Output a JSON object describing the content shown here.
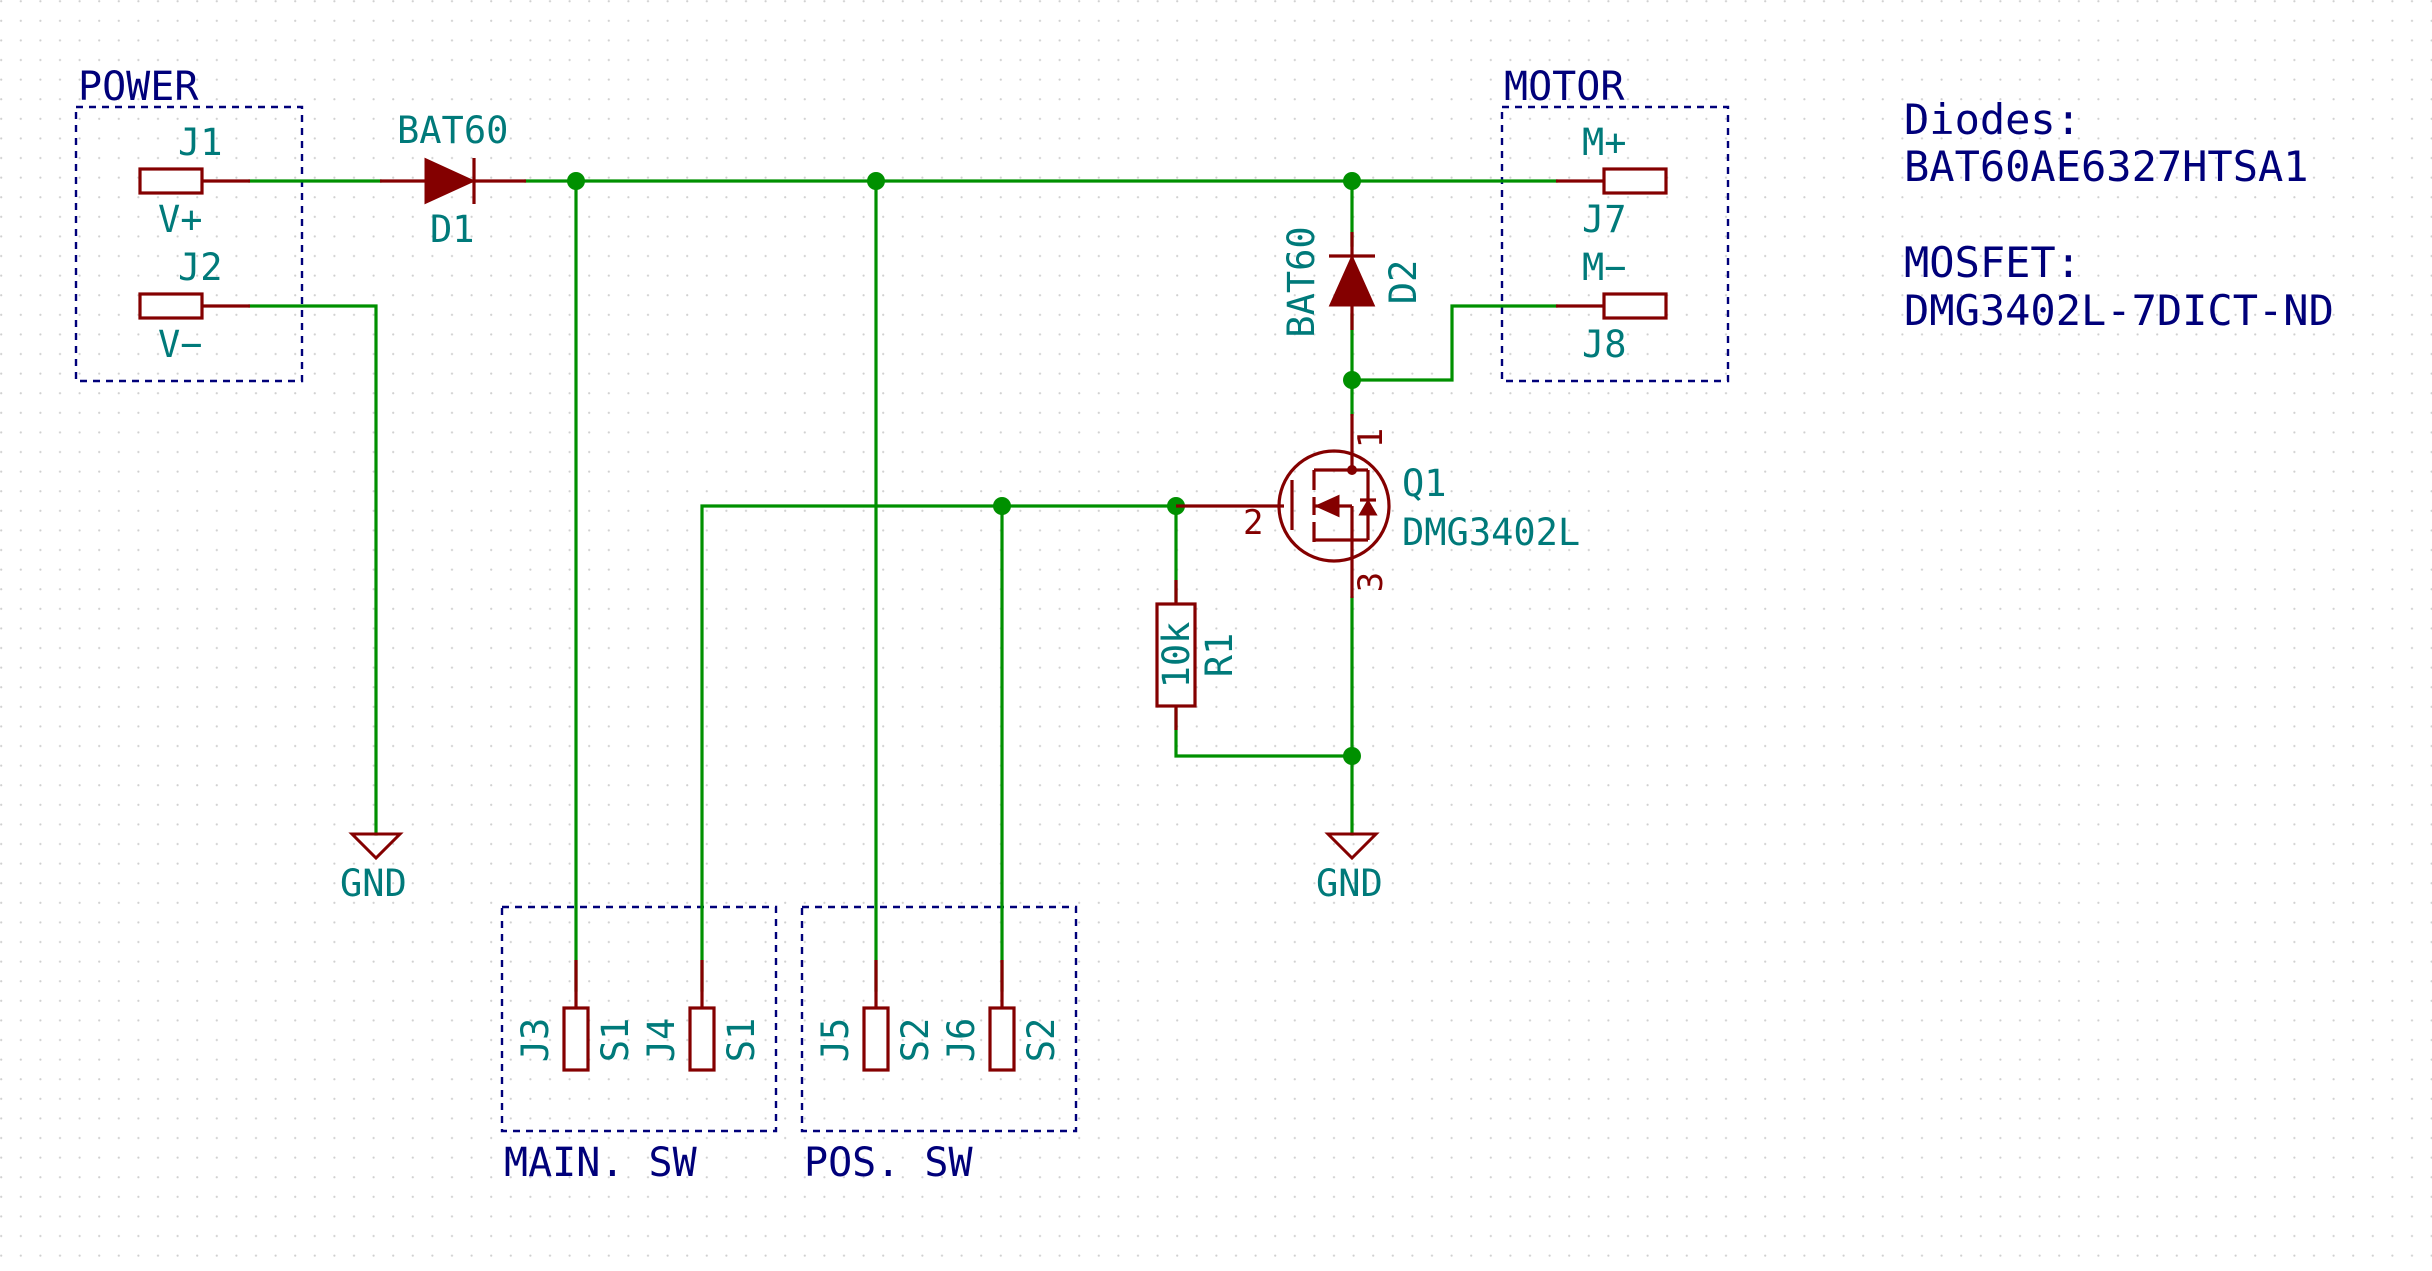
{
  "boxes": {
    "power": "POWER",
    "motor": "MOTOR",
    "main_sw": "MAIN. SW",
    "pos_sw": "POS. SW"
  },
  "notes": {
    "diodes_heading": "Diodes:",
    "diodes_part": "BAT60AE6327HTSA1",
    "mosfet_heading": "MOSFET:",
    "mosfet_part": "DMG3402L-7DICT-ND"
  },
  "components": {
    "J1": {
      "ref": "J1",
      "value": "V+"
    },
    "J2": {
      "ref": "J2",
      "value": "V−"
    },
    "J3": {
      "ref": "J3",
      "value": "S1"
    },
    "J4": {
      "ref": "J4",
      "value": "S1"
    },
    "J5": {
      "ref": "J5",
      "value": "S2"
    },
    "J6": {
      "ref": "J6",
      "value": "S2"
    },
    "J7": {
      "ref": "J7",
      "value": "M+"
    },
    "J8": {
      "ref": "J8",
      "value": "M−"
    },
    "D1": {
      "ref": "D1",
      "value": "BAT60"
    },
    "D2": {
      "ref": "D2",
      "value": "BAT60"
    },
    "Q1": {
      "ref": "Q1",
      "value": "DMG3402L",
      "pins": [
        "1",
        "2",
        "3"
      ]
    },
    "R1": {
      "ref": "R1",
      "value": "10k"
    }
  },
  "power_symbols": {
    "gnd_left": "GND",
    "gnd_right": "GND"
  },
  "colors": {
    "wire": "#009000",
    "component": "#840000",
    "label_text": "#007a7a",
    "annotation": "#00007a",
    "background": "#ffffff"
  }
}
